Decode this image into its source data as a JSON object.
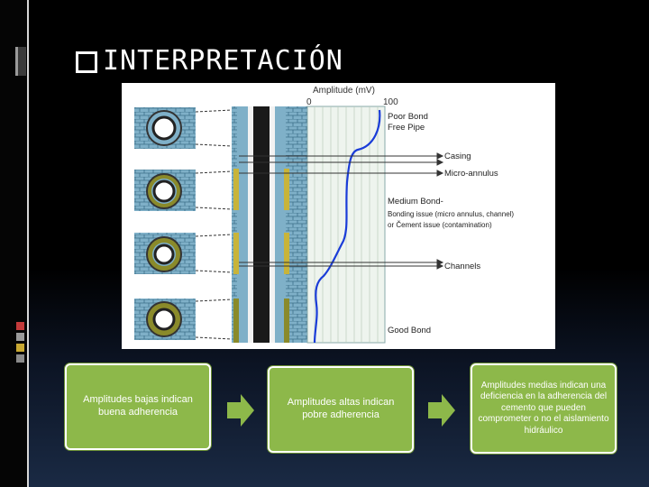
{
  "slide": {
    "title": "INTERPRETACIÓN",
    "bullet_icon": "checkbox-icon"
  },
  "figure": {
    "axis_label": "Amplitude (mV)",
    "axis_min": "0",
    "axis_max": "100",
    "labels": {
      "poor_bond": "Poor Bond",
      "free_pipe": "Free Pipe",
      "casing": "Casing",
      "micro_annulus": "Micro-annulus",
      "medium_bond": "Medium Bond-",
      "bonding_issue": "Bonding issue (micro annulus, channel)",
      "cement_issue": "or Čement issue (contamination)",
      "channels": "Channels",
      "good_bond": "Good Bond"
    },
    "colors": {
      "curve": "#1a3cd8",
      "cement": "#7fb0c8",
      "pipe": "#1a1a1a",
      "ring": "#8a8a2a"
    }
  },
  "boxes": [
    {
      "text": "Amplitudes bajas indican buena adherencia"
    },
    {
      "text": "Amplitudes altas indican pobre adherencia"
    },
    {
      "text": "Amplitudes medias indican una deficiencia en la adherencia del cemento que pueden comprometer o no el aislamiento hidráulico"
    }
  ],
  "colors": {
    "box": "#8db84a",
    "arrow": "#8db84a"
  }
}
